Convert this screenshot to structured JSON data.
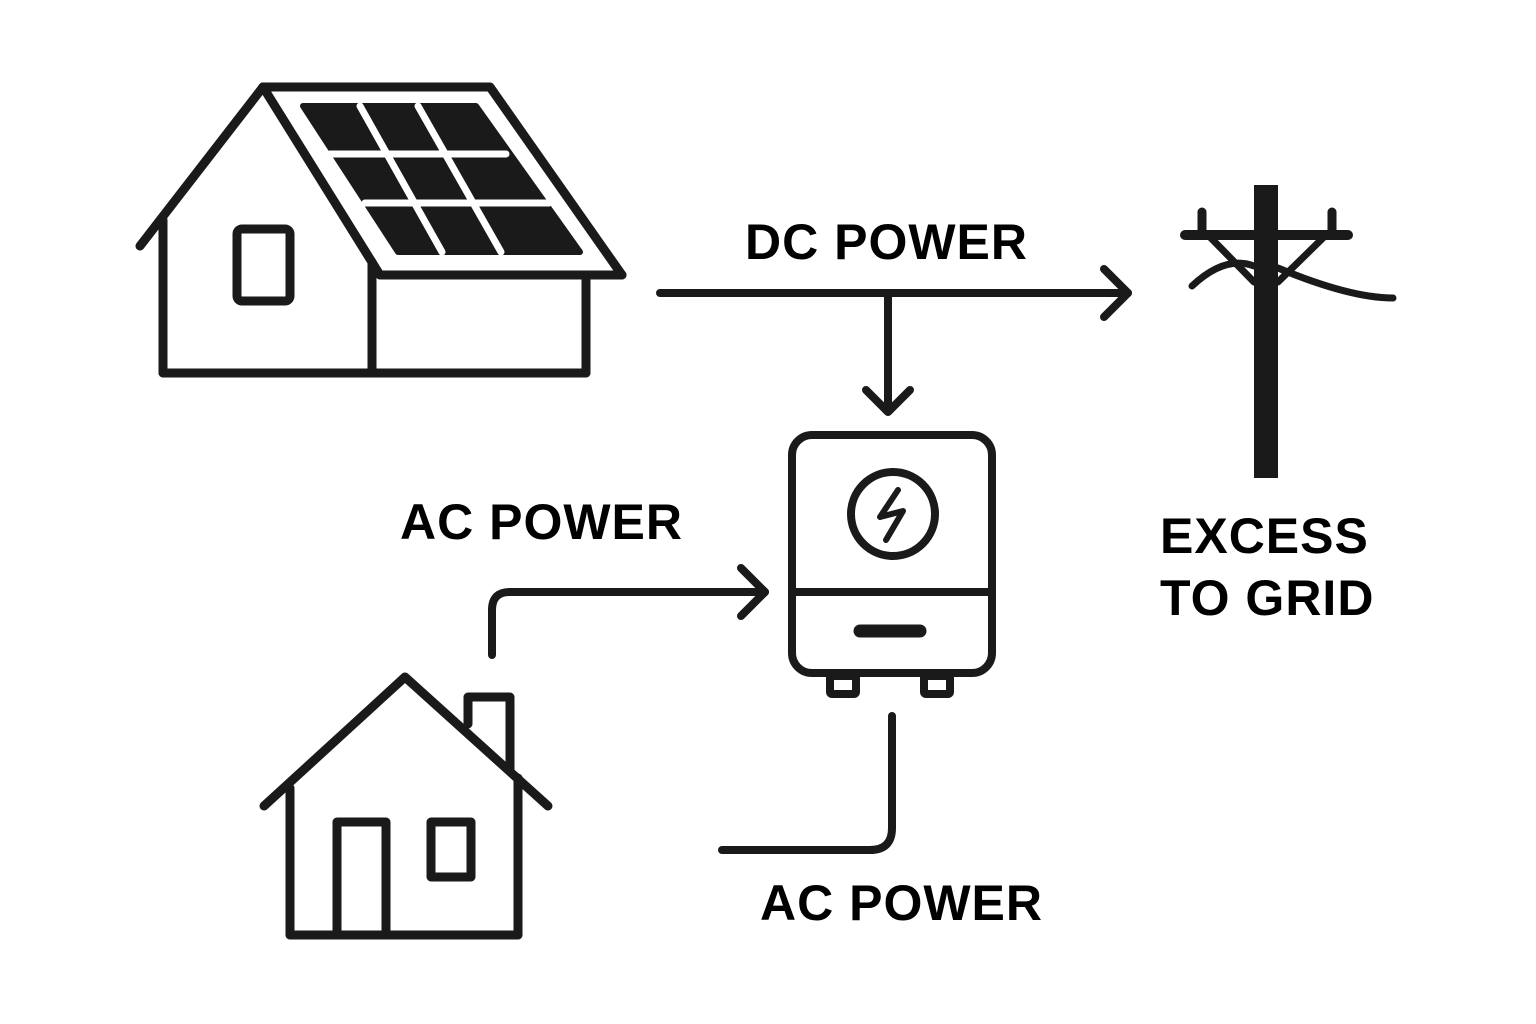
{
  "colors": {
    "stroke": "#1a1a1a",
    "background": "#ffffff"
  },
  "nodes": {
    "solar_house": {
      "icon": "solar-house-icon"
    },
    "utility_pole": {
      "icon": "utility-pole-icon"
    },
    "inverter": {
      "icon": "inverter-icon",
      "badge_icon": "lightning-bolt-icon"
    },
    "home": {
      "icon": "house-icon"
    }
  },
  "labels": {
    "dc_power": "DC POWER",
    "ac_power_top": "AC POWER",
    "ac_power_bottom": "AC POWER",
    "excess_line1": "EXCESS",
    "excess_line2": "TO GRID"
  }
}
